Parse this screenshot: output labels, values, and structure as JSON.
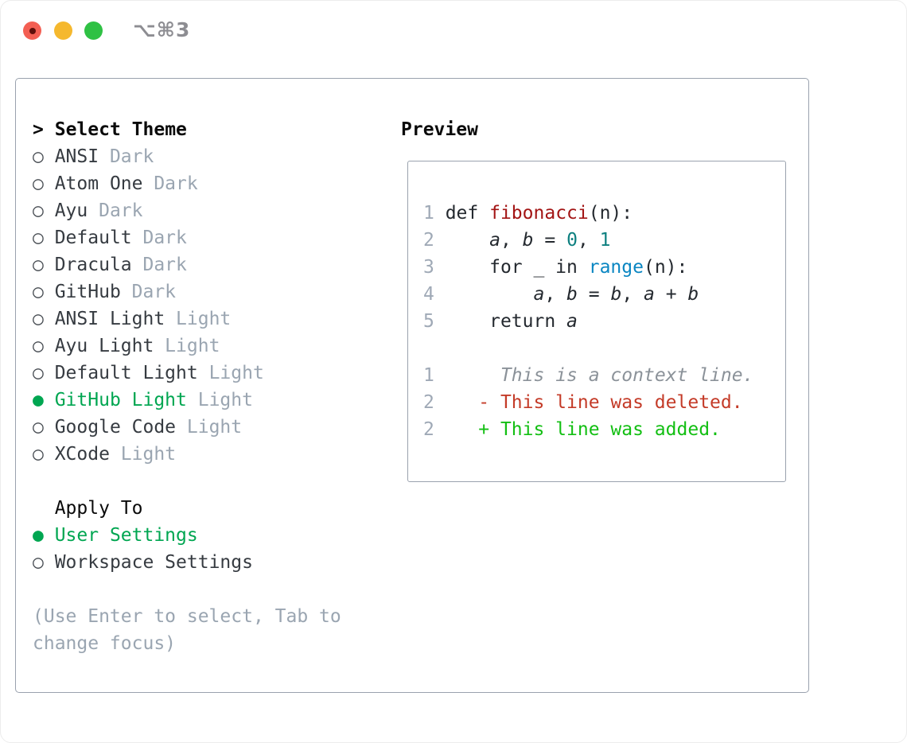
{
  "window": {
    "title": "⌥⌘3"
  },
  "colors": {
    "selection_green": "#00a651",
    "diff_added_green": "#13bf13",
    "diff_deleted_red": "#c43b28",
    "muted_gray": "#9aa5b1",
    "panel_border_gray": "#9aa2ae",
    "code_function_red": "#a31515",
    "code_number_teal": "#0e8080",
    "code_builtin_blue": "#0a86c2",
    "traffic_red": "#f35f53",
    "traffic_yellow": "#f5b82e",
    "traffic_green": "#2fc144"
  },
  "icons": {
    "radio_selected": "●",
    "radio_unselected": "○",
    "focus_caret": ">"
  },
  "theme_list": {
    "header": "Select Theme",
    "items": [
      {
        "name": "ANSI",
        "variant": "Dark",
        "selected": false
      },
      {
        "name": "Atom One",
        "variant": "Dark",
        "selected": false
      },
      {
        "name": "Ayu",
        "variant": "Dark",
        "selected": false
      },
      {
        "name": "Default",
        "variant": "Dark",
        "selected": false
      },
      {
        "name": "Dracula",
        "variant": "Dark",
        "selected": false
      },
      {
        "name": "GitHub",
        "variant": "Dark",
        "selected": false
      },
      {
        "name": "ANSI Light",
        "variant": "Light",
        "selected": false
      },
      {
        "name": "Ayu Light",
        "variant": "Light",
        "selected": false
      },
      {
        "name": "Default Light",
        "variant": "Light",
        "selected": false
      },
      {
        "name": "GitHub Light",
        "variant": "Light",
        "selected": true
      },
      {
        "name": "Google Code",
        "variant": "Light",
        "selected": false
      },
      {
        "name": "XCode",
        "variant": "Light",
        "selected": false
      }
    ]
  },
  "apply_to": {
    "header": "Apply To",
    "options": [
      {
        "name": "User Settings",
        "selected": true
      },
      {
        "name": "Workspace Settings",
        "selected": false
      }
    ]
  },
  "hint": {
    "line1": "(Use Enter to select, Tab to",
    "line2": "change focus)"
  },
  "preview": {
    "header": "Preview",
    "lines": [
      {
        "segments": [
          {
            "c": "ln",
            "t": "1"
          },
          {
            "c": "pl",
            "t": " def "
          },
          {
            "c": "fn",
            "t": "fibonacci"
          },
          {
            "c": "pl",
            "t": "(n):"
          }
        ]
      },
      {
        "segments": [
          {
            "c": "ln",
            "t": "2"
          },
          {
            "c": "pl",
            "t": "     "
          },
          {
            "c": "it",
            "t": "a"
          },
          {
            "c": "pl",
            "t": ", "
          },
          {
            "c": "it",
            "t": "b"
          },
          {
            "c": "pl",
            "t": " = "
          },
          {
            "c": "nm",
            "t": "0"
          },
          {
            "c": "pl",
            "t": ", "
          },
          {
            "c": "nm",
            "t": "1"
          }
        ]
      },
      {
        "segments": [
          {
            "c": "ln",
            "t": "3"
          },
          {
            "c": "pl",
            "t": "     for _ in "
          },
          {
            "c": "bi",
            "t": "range"
          },
          {
            "c": "pl",
            "t": "(n):"
          }
        ]
      },
      {
        "segments": [
          {
            "c": "ln",
            "t": "4"
          },
          {
            "c": "pl",
            "t": "         "
          },
          {
            "c": "it",
            "t": "a"
          },
          {
            "c": "pl",
            "t": ", "
          },
          {
            "c": "it",
            "t": "b"
          },
          {
            "c": "pl",
            "t": " = "
          },
          {
            "c": "it",
            "t": "b"
          },
          {
            "c": "pl",
            "t": ", "
          },
          {
            "c": "it",
            "t": "a"
          },
          {
            "c": "pl",
            "t": " + "
          },
          {
            "c": "it",
            "t": "b"
          }
        ]
      },
      {
        "segments": [
          {
            "c": "ln",
            "t": "5"
          },
          {
            "c": "pl",
            "t": "     return "
          },
          {
            "c": "it",
            "t": "a"
          }
        ]
      },
      {
        "segments": []
      },
      {
        "segments": [
          {
            "c": "ln",
            "t": "1"
          },
          {
            "c": "pl",
            "t": "      "
          },
          {
            "c": "ctx",
            "t": "This is a context line."
          }
        ]
      },
      {
        "segments": [
          {
            "c": "ln",
            "t": "2"
          },
          {
            "c": "pl",
            "t": "    "
          },
          {
            "c": "del",
            "t": "- This line was deleted."
          }
        ]
      },
      {
        "segments": [
          {
            "c": "ln",
            "t": "2"
          },
          {
            "c": "pl",
            "t": "    "
          },
          {
            "c": "add",
            "t": "+ This line was added."
          }
        ]
      }
    ]
  }
}
